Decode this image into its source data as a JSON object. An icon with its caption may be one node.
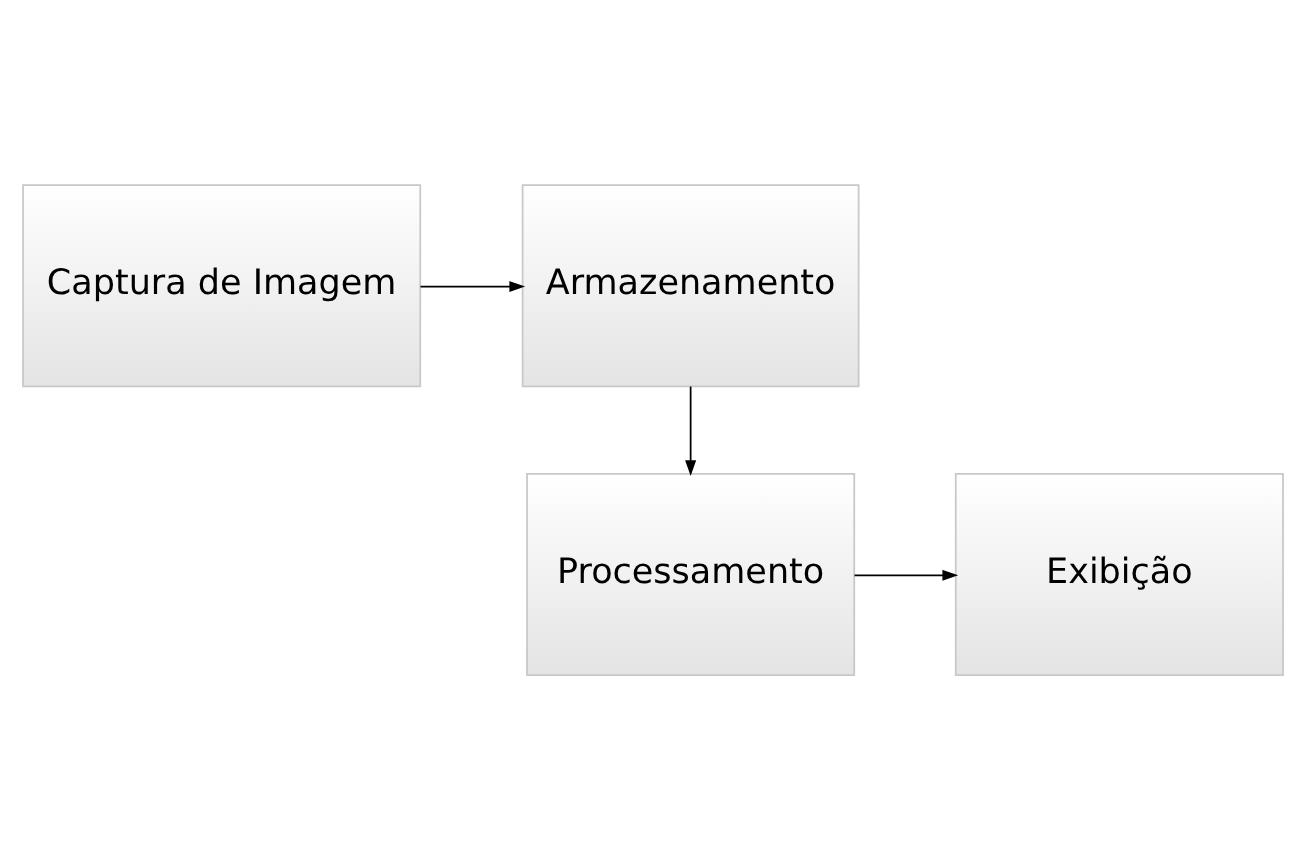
{
  "diagram": {
    "nodes": [
      {
        "text": [
          "Captura de Imagem"
        ]
      },
      {
        "text": [
          "Armazenamento"
        ]
      },
      {
        "text": [
          "Processamento"
        ]
      },
      {
        "text": [
          "Exibição"
        ]
      }
    ],
    "edges": [
      {
        "from": 0,
        "to": 1,
        "arrow": "to"
      },
      {
        "from": 1,
        "to": 2,
        "arrow": "to"
      },
      {
        "from": 2,
        "to": 3,
        "arrow": "to"
      }
    ]
  }
}
